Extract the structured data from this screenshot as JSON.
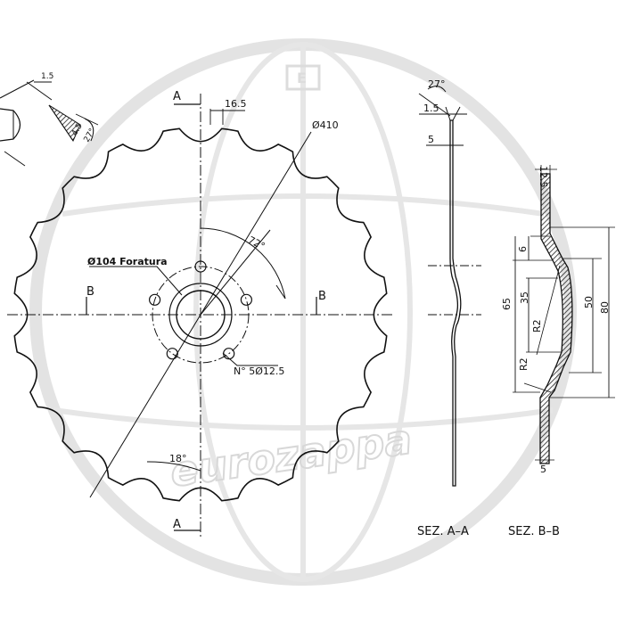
{
  "drawing": {
    "labels": {
      "dim_diameter": "Ø410",
      "dim_bore": "Ø104 Foratura",
      "dim_holes": "N° 5Ø12.5",
      "dim_notch": "16.5",
      "angle_72": "72°",
      "angle_18": "18°",
      "section_a": "A",
      "section_b": "B",
      "detail_1_5": "1.5",
      "detail_4_5": "4.5",
      "detail_27": "27°",
      "sec_a_27": "27°",
      "sec_a_1_5": "1.5",
      "sec_a_5": "5",
      "sec_b_12_5": "12.5",
      "sec_b_6": "6",
      "sec_b_65": "65",
      "sec_b_35": "35",
      "sec_b_50": "50",
      "sec_b_80": "80",
      "sec_b_r2_top": "R2",
      "sec_b_r2_bottom": "R2",
      "sec_b_5": "5",
      "caption_a": "SEZ. A–A",
      "caption_b": "SEZ. B–B"
    },
    "watermark": {
      "brand": "eurozappa",
      "logo_letter": "E"
    },
    "colors": {
      "ink": "#111111",
      "watermark": "#d8d8d8",
      "hatch": "#222222"
    }
  }
}
